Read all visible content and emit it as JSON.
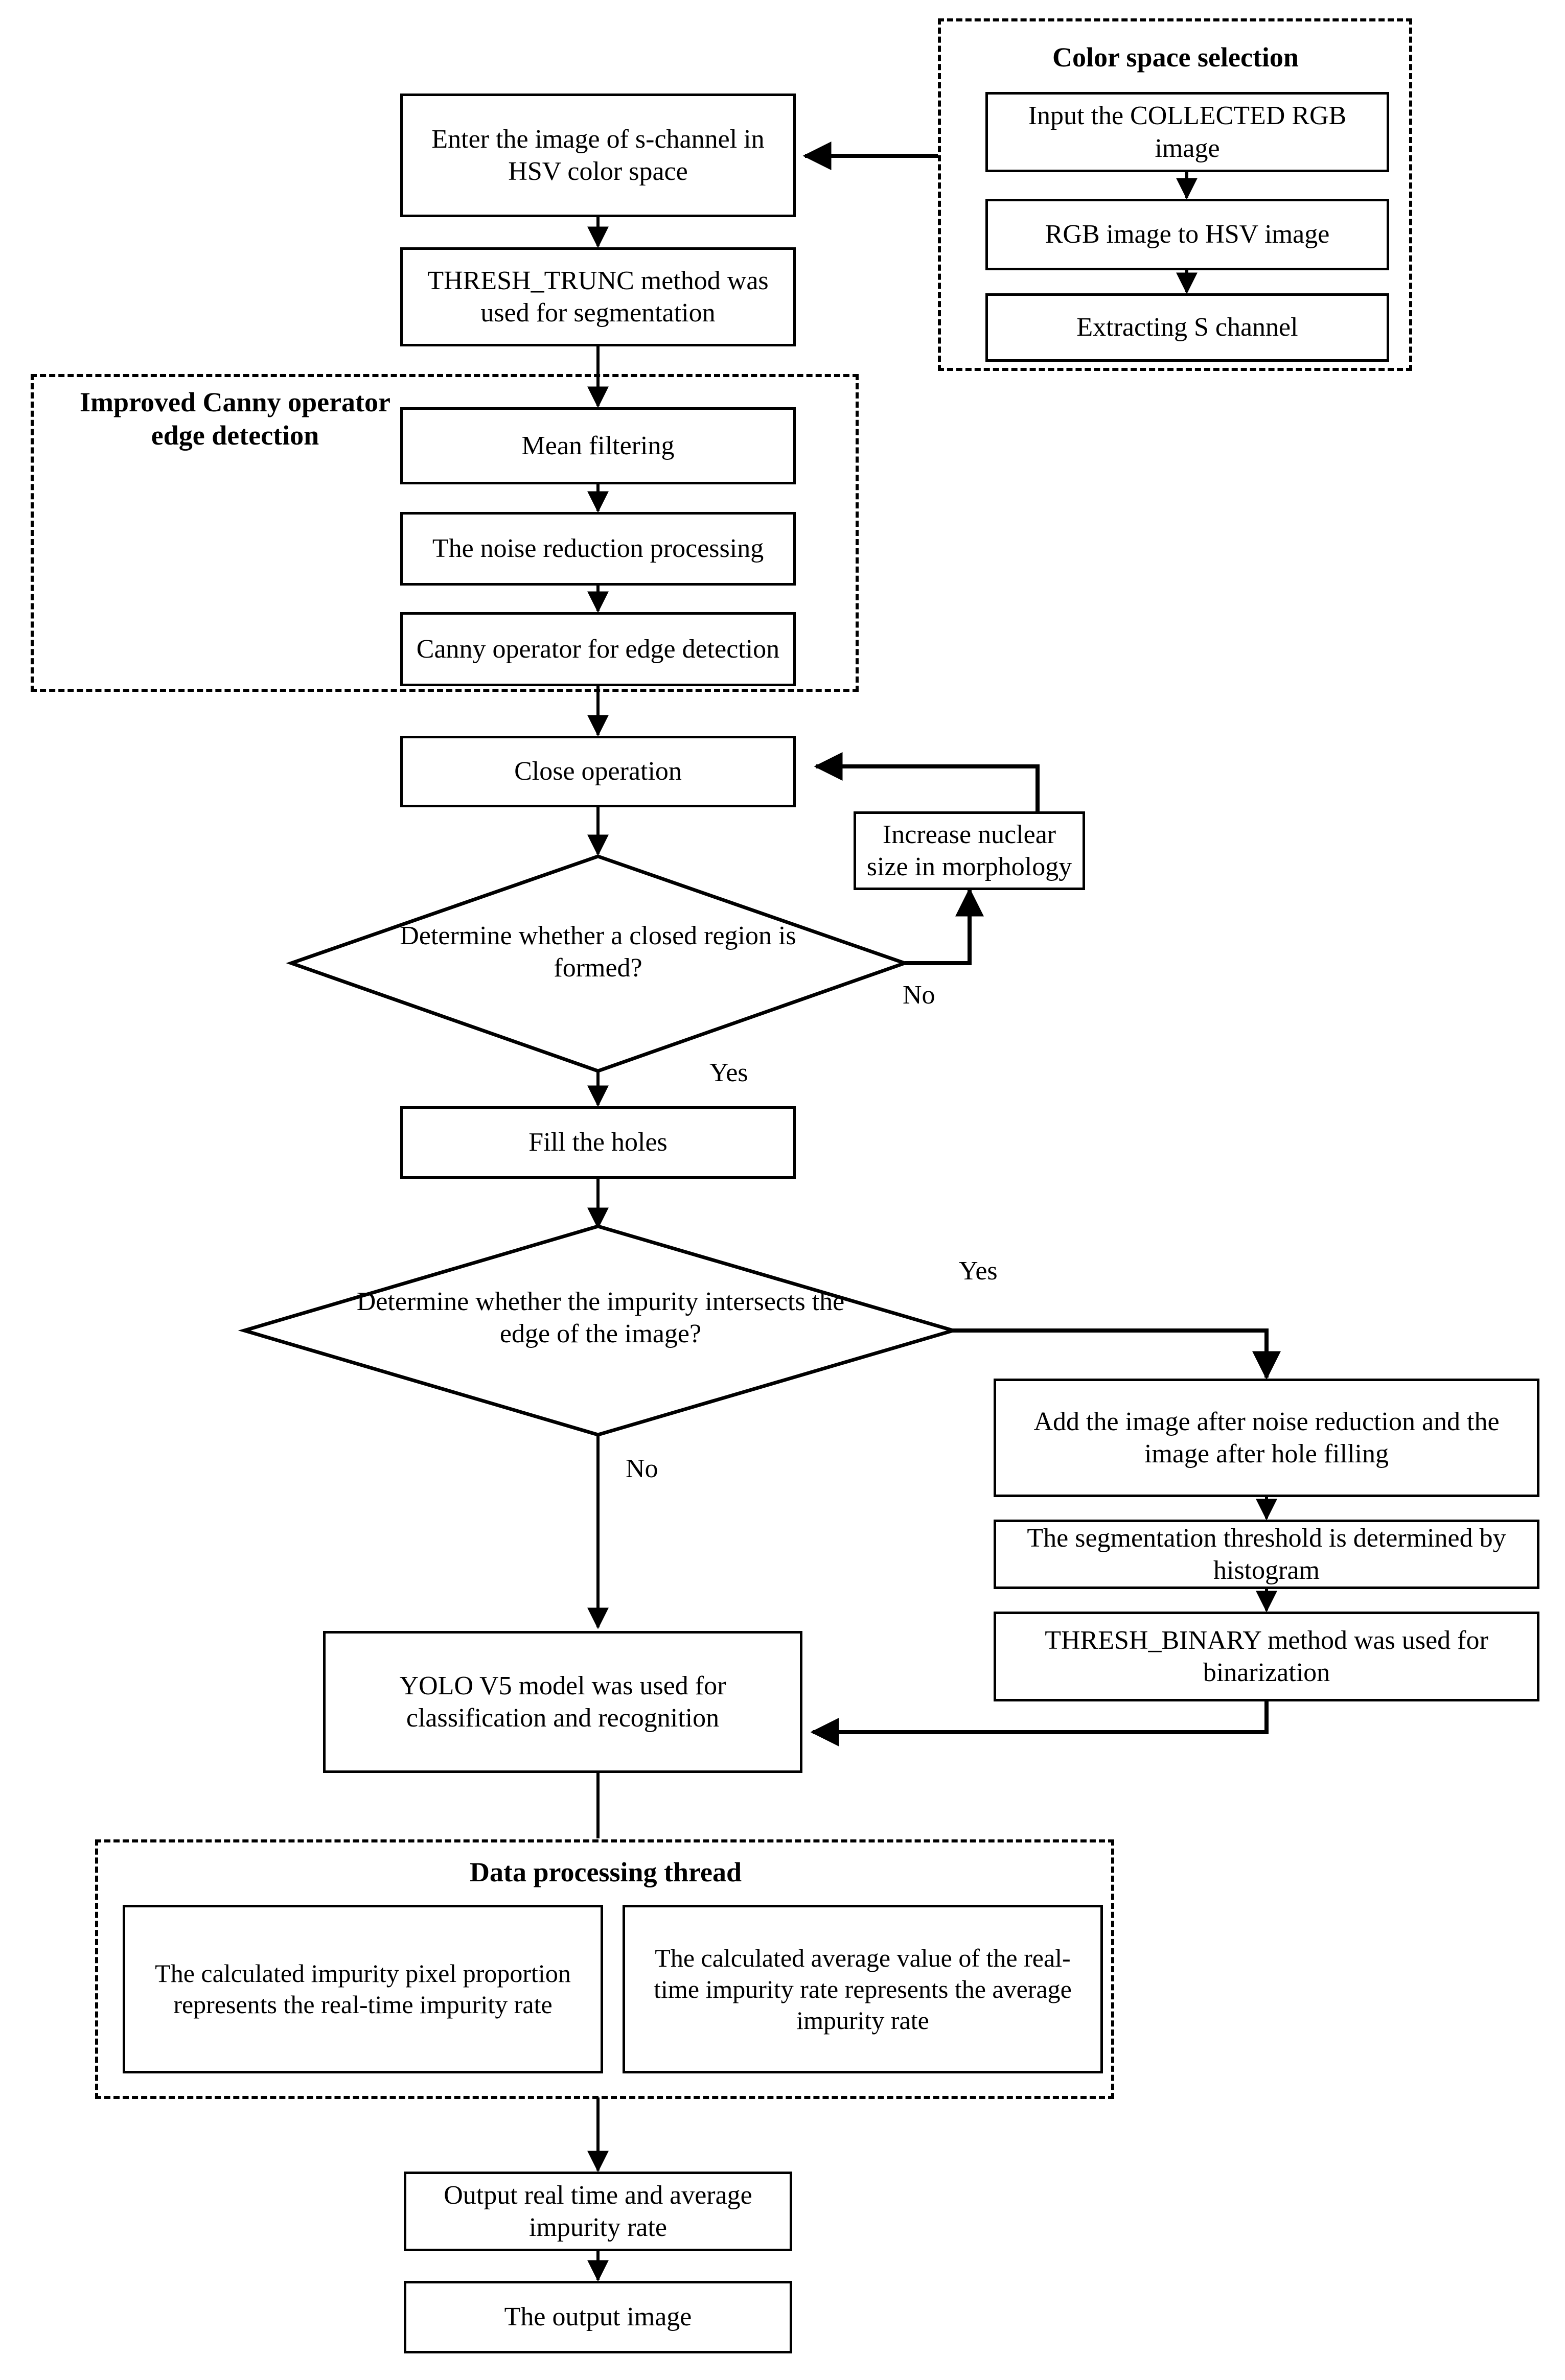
{
  "diagram": {
    "title": "Impurity detection image-processing flowchart",
    "type": "flowchart",
    "colors": {
      "stroke": "#000000",
      "fill": "#ffffff",
      "text": "#000000"
    }
  },
  "groups": {
    "color_space": {
      "title": "Color space selection"
    },
    "canny": {
      "title": "Improved Canny operator\nedge detection"
    },
    "data_thread": {
      "title": "Data processing thread"
    }
  },
  "nodes": {
    "input_rgb": "Input the COLLECTED RGB image",
    "rgb_to_hsv": "RGB image to HSV image",
    "extract_s": "Extracting S channel",
    "enter_s_channel": "Enter the image of s-channel in HSV color space",
    "thresh_trunc": "THRESH_TRUNC method was used for segmentation",
    "mean_filtering": "Mean filtering",
    "noise_reduction": "The noise reduction processing",
    "canny_edge": "Canny operator for edge detection",
    "close_operation": "Close operation",
    "increase_nuclear": "Increase nuclear size in morphology",
    "decision_closed_region": "Determine whether a closed region is\nformed?",
    "fill_holes": "Fill the holes",
    "decision_impurity_edge": "Determine whether the impurity intersects the\nedge of the image?",
    "add_images": "Add the image after noise reduction and the image after hole filling",
    "segmentation_threshold": "The segmentation threshold is determined by histogram",
    "thresh_binary": "THRESH_BINARY method was used for binarization",
    "yolo_v5": "YOLO V5 model was used for classification and recognition",
    "realtime_rate": "The calculated impurity pixel proportion represents the real-time impurity rate",
    "average_rate": "The calculated average value of the real-time impurity rate represents the average impurity rate",
    "output_rates": "Output real time and average impurity rate",
    "output_image": "The output image"
  },
  "edge_labels": {
    "closed_region_no": "No",
    "closed_region_yes": "Yes",
    "impurity_yes": "Yes",
    "impurity_no": "No"
  }
}
